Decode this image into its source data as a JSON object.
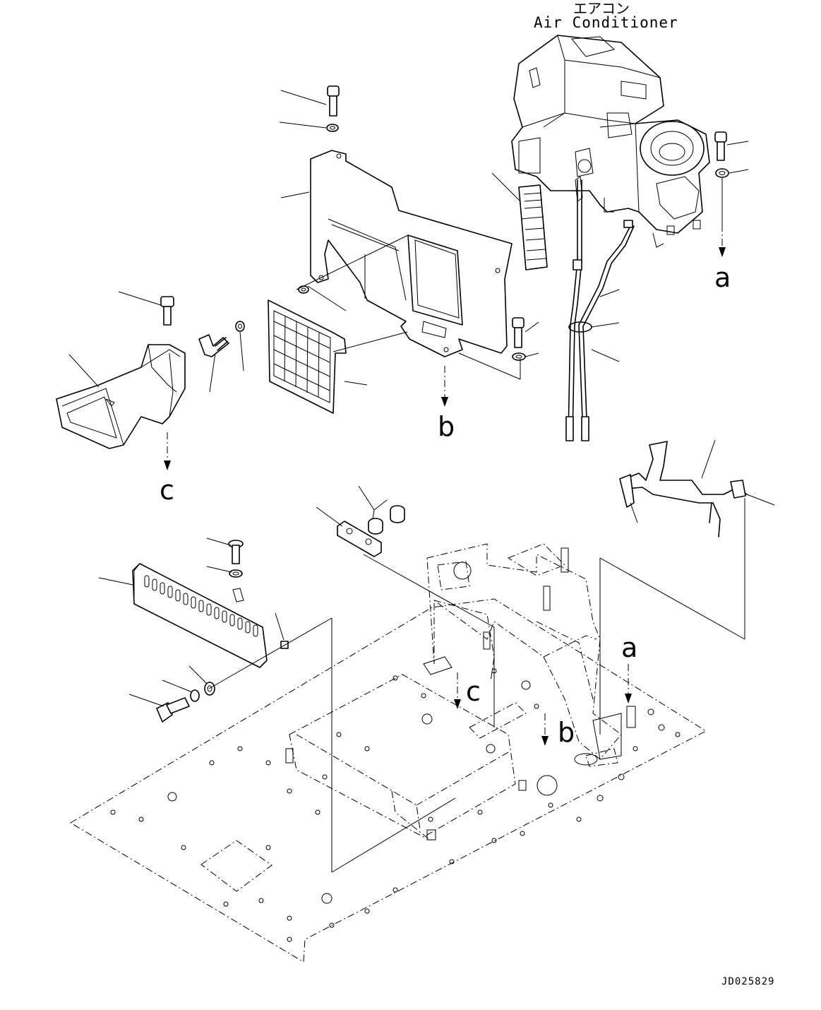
{
  "header": {
    "title_jp": "エアコン",
    "title_en": "Air Conditioner"
  },
  "refs": {
    "a": "a",
    "b": "b",
    "c": "c"
  },
  "footer": {
    "drawing_number": "JD025829"
  }
}
